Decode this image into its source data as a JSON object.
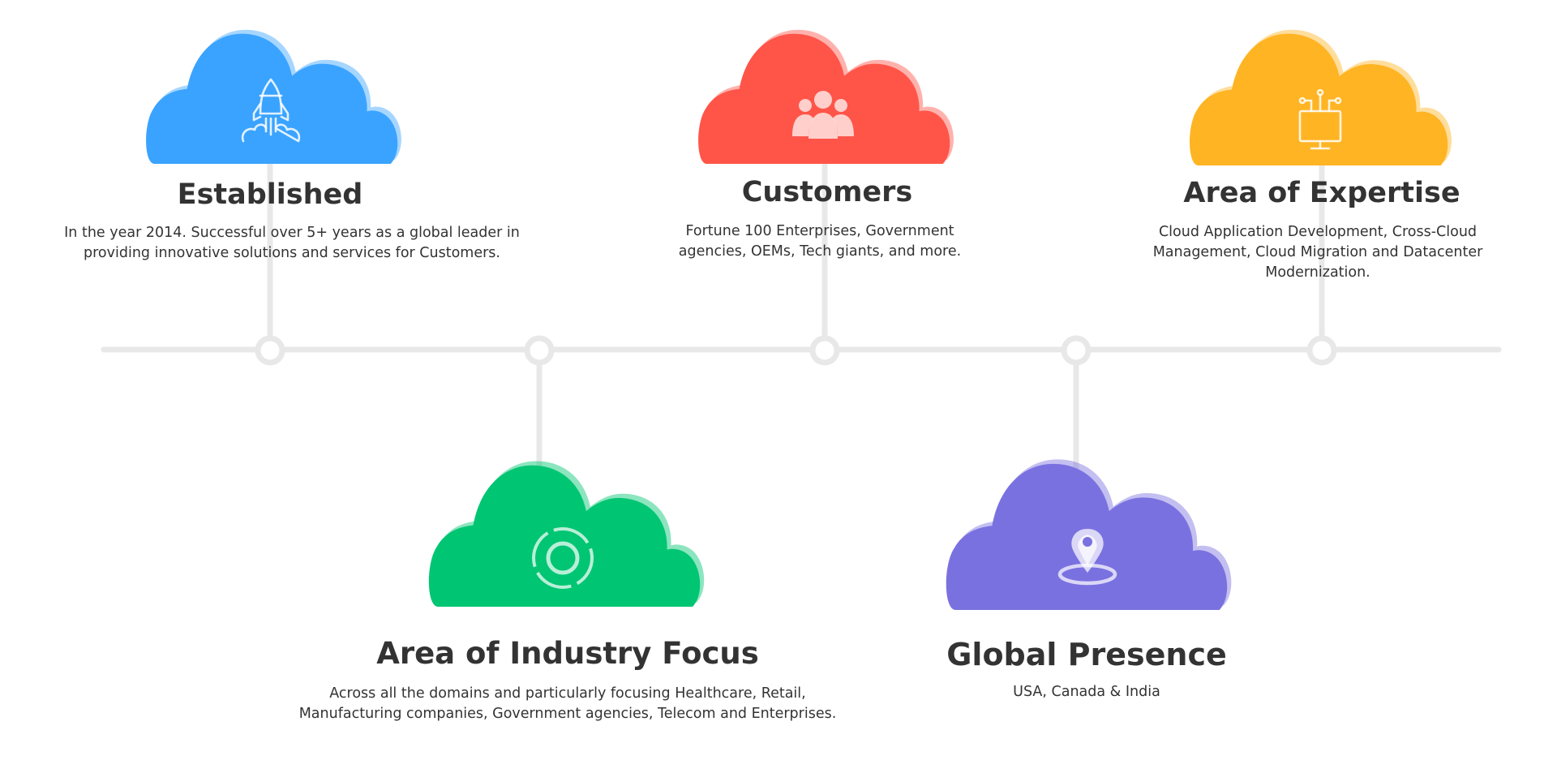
{
  "colors": {
    "blue": "#3aa3ff",
    "red": "#ff5549",
    "yellow": "#ffb423",
    "green": "#00c572",
    "purple": "#7a71e0",
    "timeline": "#e8e8e8",
    "text": "#333333"
  },
  "milestones": [
    {
      "key": "established",
      "title": "Established",
      "description": "In  the year 2014. Successful over 5+ years as a global leader in providing innovative solutions and services for Customers.",
      "color": "blue",
      "icon": "rocket-icon"
    },
    {
      "key": "industry",
      "title": "Area of Industry Focus",
      "description": "Across all the domains and particularly focusing Healthcare, Retail, Manufacturing companies, Government agencies, Telecom and Enterprises.",
      "color": "green",
      "icon": "target-icon"
    },
    {
      "key": "customers",
      "title": "Customers",
      "description": "Fortune 100 Enterprises, Government agencies, OEMs, Tech giants, and more.",
      "color": "red",
      "icon": "team-icon"
    },
    {
      "key": "presence",
      "title": "Global Presence",
      "description": "USA, Canada & India",
      "color": "purple",
      "icon": "location-pin-icon"
    },
    {
      "key": "expertise",
      "title": "Area of Expertise",
      "description": "Cloud Application Development, Cross-Cloud Management, Cloud Migration and Datacenter Modernization.",
      "color": "yellow",
      "icon": "circuit-monitor-icon"
    }
  ]
}
